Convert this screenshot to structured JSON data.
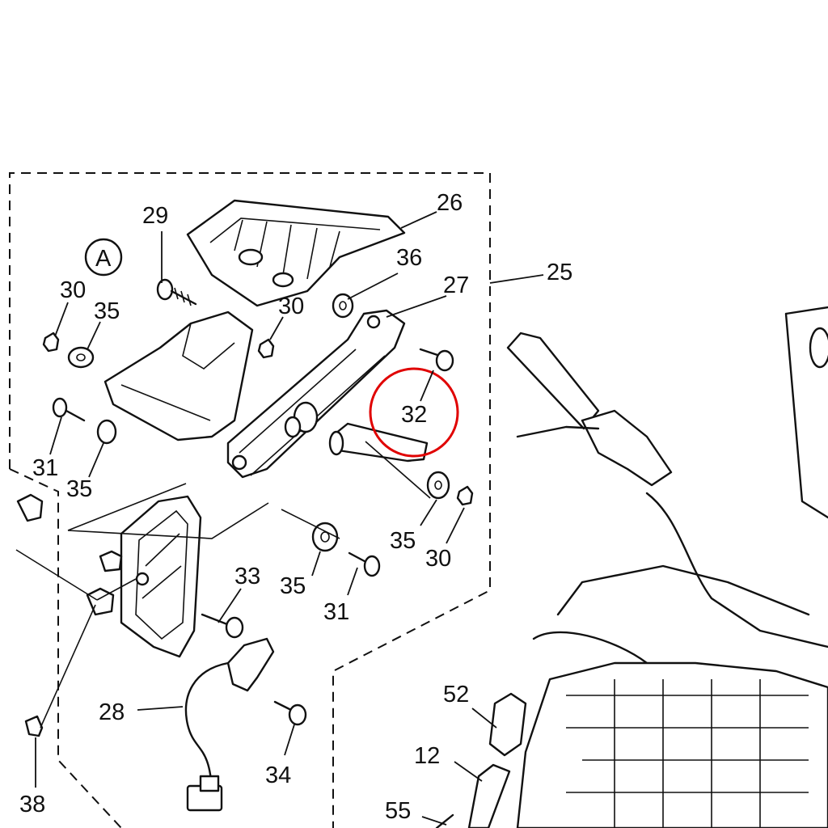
{
  "callouts": {
    "c26": "26",
    "c25": "25",
    "c27": "27",
    "c36": "36",
    "c29": "29",
    "cA": "A",
    "c30a": "30",
    "c35a": "35",
    "c30b": "30",
    "c32": "32",
    "c31a": "31",
    "c35b": "35",
    "c35c": "35",
    "c30c": "30",
    "c33": "33",
    "c35d": "35",
    "c31b": "31",
    "c28": "28",
    "c34": "34",
    "c38": "38",
    "c52": "52",
    "c12": "12",
    "c55": "55"
  },
  "highlight": {
    "target_callout": "32",
    "color": "#e00000"
  }
}
